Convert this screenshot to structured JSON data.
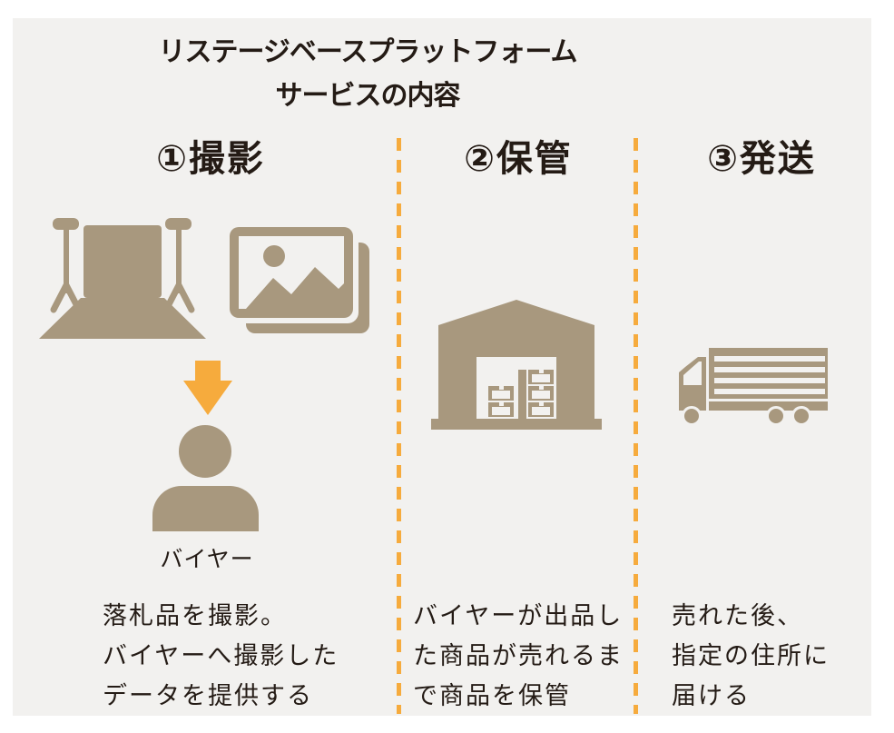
{
  "title": {
    "line1": "リステージベースプラットフォーム",
    "line2": "サービスの内容"
  },
  "colors": {
    "page_bg": "#ffffff",
    "panel_bg": "#f2f1ef",
    "icon_tan": "#a8987e",
    "accent_orange": "#f6ab3d",
    "text_color": "#241b15"
  },
  "columns": [
    {
      "id": "photography",
      "header": "①撮影",
      "icons": [
        "photo-studio-icon",
        "photo-stack-icon",
        "arrow-down-icon",
        "buyer-person-icon"
      ],
      "icon_caption": "バイヤー",
      "description": "落札品を撮影。\nバイヤーへ撮影した\nデータを提供する"
    },
    {
      "id": "storage",
      "header": "②保管",
      "icons": [
        "warehouse-icon"
      ],
      "description": "バイヤーが出品し\nた商品が売れるま\nで商品を保管"
    },
    {
      "id": "shipping",
      "header": "③発送",
      "icons": [
        "truck-icon"
      ],
      "description": "売れた後、\n指定の住所に\n届ける"
    }
  ]
}
